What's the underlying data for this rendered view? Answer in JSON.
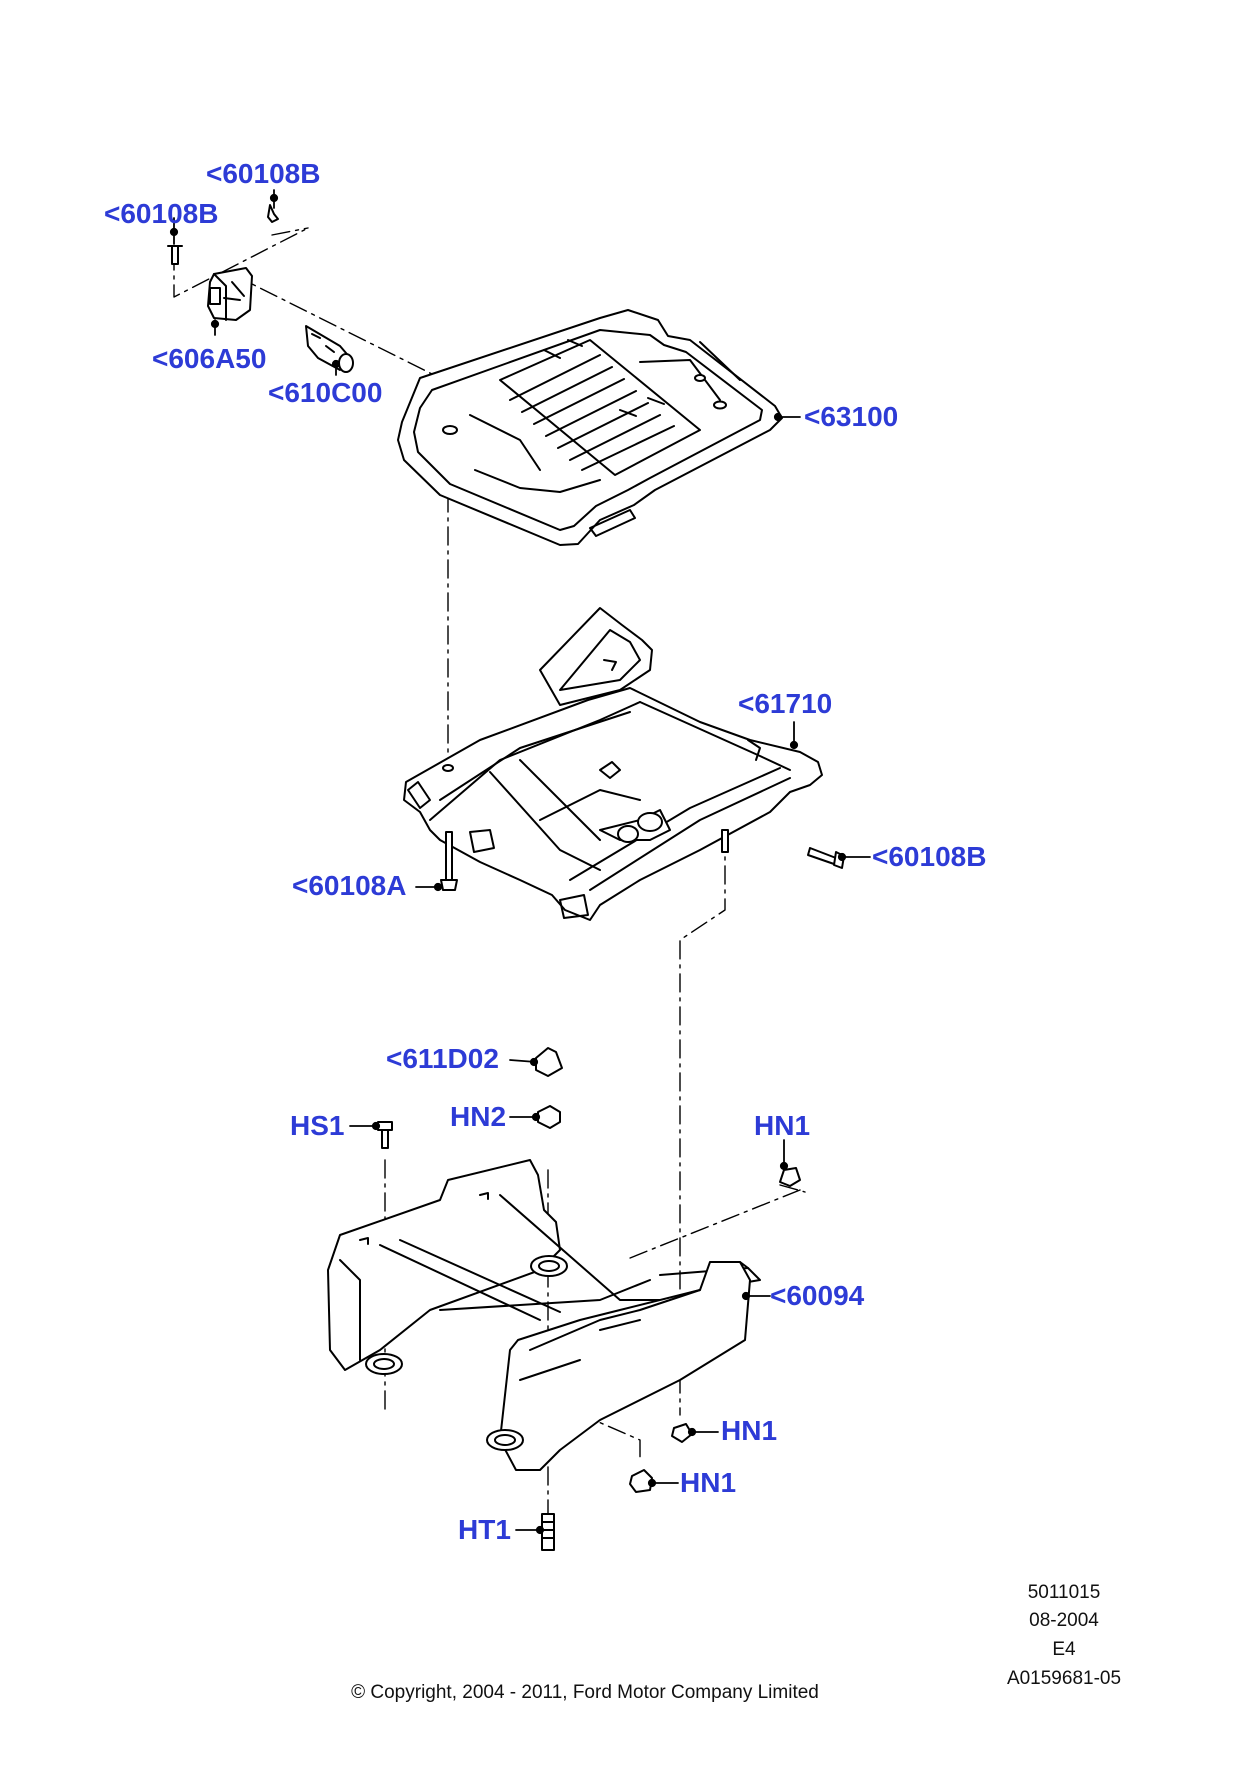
{
  "callouts": {
    "c60108b_top": "<60108B",
    "c60108b_left": "<60108B",
    "c606a50": "<606A50",
    "c610c00": "<610C00",
    "c63100": "<63100",
    "c61710": "<61710",
    "c60108b_right": "<60108B",
    "c60108a": "<60108A",
    "c611d02": "<611D02",
    "hs1": "HS1",
    "hn2": "HN2",
    "hn1_top": "HN1",
    "c60094": "<60094",
    "hn1_mid": "HN1",
    "hn1_low": "HN1",
    "ht1": "HT1"
  },
  "meta": {
    "code1": "5011015",
    "date": "08-2004",
    "rev": "E4",
    "ref": "A0159681-05"
  },
  "copyright": "© Copyright, 2004 - 2011, Ford Motor Company Limited",
  "colors": {
    "callout": "#2d3bd6",
    "line": "#000000"
  }
}
